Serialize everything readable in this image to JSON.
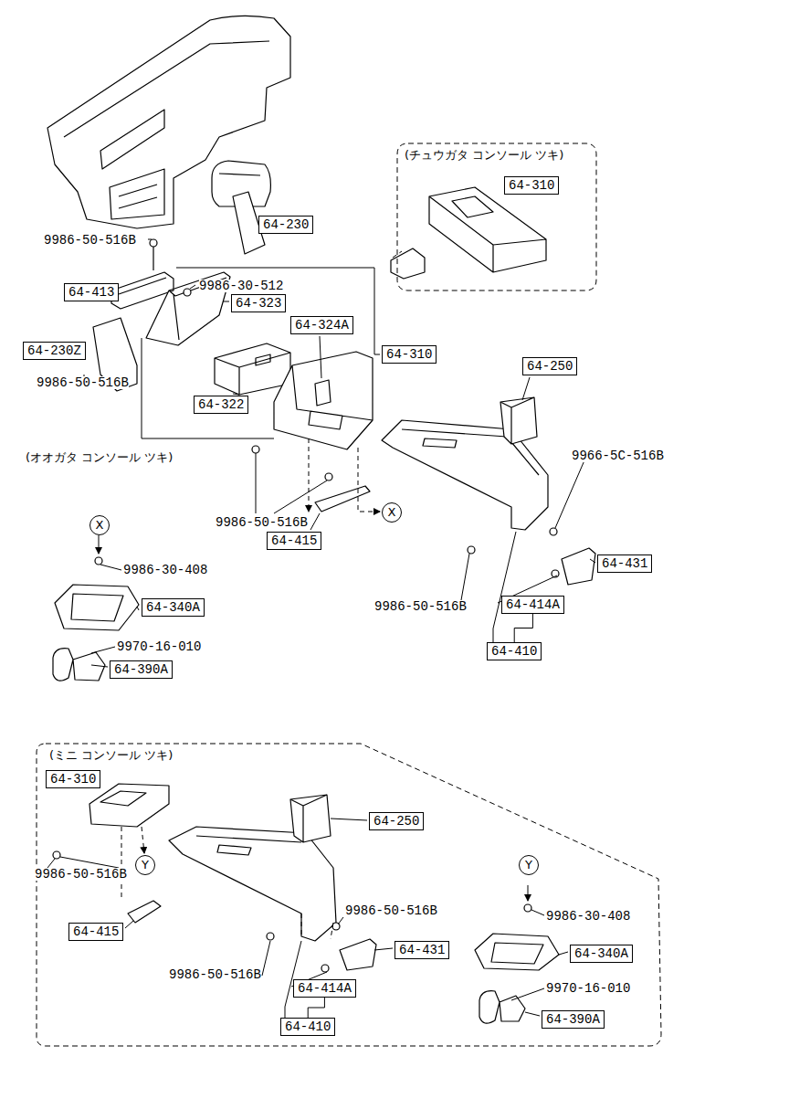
{
  "diagram": {
    "nodes": [
      {
        "text": [
          "(チュウガタ コンソール ツキ)"
        ]
      },
      {
        "text": [
          "64-310"
        ],
        "in": 0
      },
      {
        "text": [
          "64-230"
        ]
      },
      {
        "text": [
          "64-413"
        ]
      },
      {
        "text": [
          "64-323"
        ]
      },
      {
        "text": [
          "64-324A"
        ]
      },
      {
        "text": [
          "64-230Z"
        ]
      },
      {
        "text": [
          "64-310"
        ]
      },
      {
        "text": [
          "64-250"
        ]
      },
      {
        "text": [
          "64-322"
        ]
      },
      {
        "text": [
          "X"
        ]
      },
      {
        "text": [
          "X"
        ]
      },
      {
        "text": [
          "64-415"
        ]
      },
      {
        "text": [
          "64-431"
        ]
      },
      {
        "text": [
          "64-340A"
        ]
      },
      {
        "text": [
          "64-414A"
        ]
      },
      {
        "text": [
          "64-390A"
        ]
      },
      {
        "text": [
          "64-410"
        ]
      },
      {
        "text": [
          "(ミニ コンソール ツキ)"
        ]
      },
      {
        "text": [
          "64-310"
        ],
        "in": 18
      },
      {
        "text": [
          "64-250"
        ],
        "in": 18
      },
      {
        "text": [
          "Y"
        ],
        "in": 18
      },
      {
        "text": [
          "64-415"
        ],
        "in": 18
      },
      {
        "text": [
          "64-431"
        ],
        "in": 18
      },
      {
        "text": [
          "Y"
        ],
        "in": 18
      },
      {
        "text": [
          "64-340A"
        ],
        "in": 18
      },
      {
        "text": [
          "64-414A"
        ],
        "in": 18
      },
      {
        "text": [
          "64-390A"
        ],
        "in": 18
      },
      {
        "text": [
          "64-410"
        ],
        "in": 18
      }
    ],
    "edges": [
      {
        "from": 17,
        "to": 15,
        "arrow": "none"
      },
      {
        "from": 28,
        "to": 26,
        "arrow": "none"
      }
    ],
    "labels": [
      "9986-50-516B",
      "9986-30-512",
      "9986-50-516B",
      "(オオガタ コンソール ツキ)",
      "9966-5C-516B",
      "9986-50-516B",
      "9986-30-408",
      "9986-50-516B",
      "9970-16-010",
      "9986-50-516B",
      "9986-50-516B",
      "9986-30-408",
      "9986-50-516B",
      "9970-16-010"
    ]
  }
}
